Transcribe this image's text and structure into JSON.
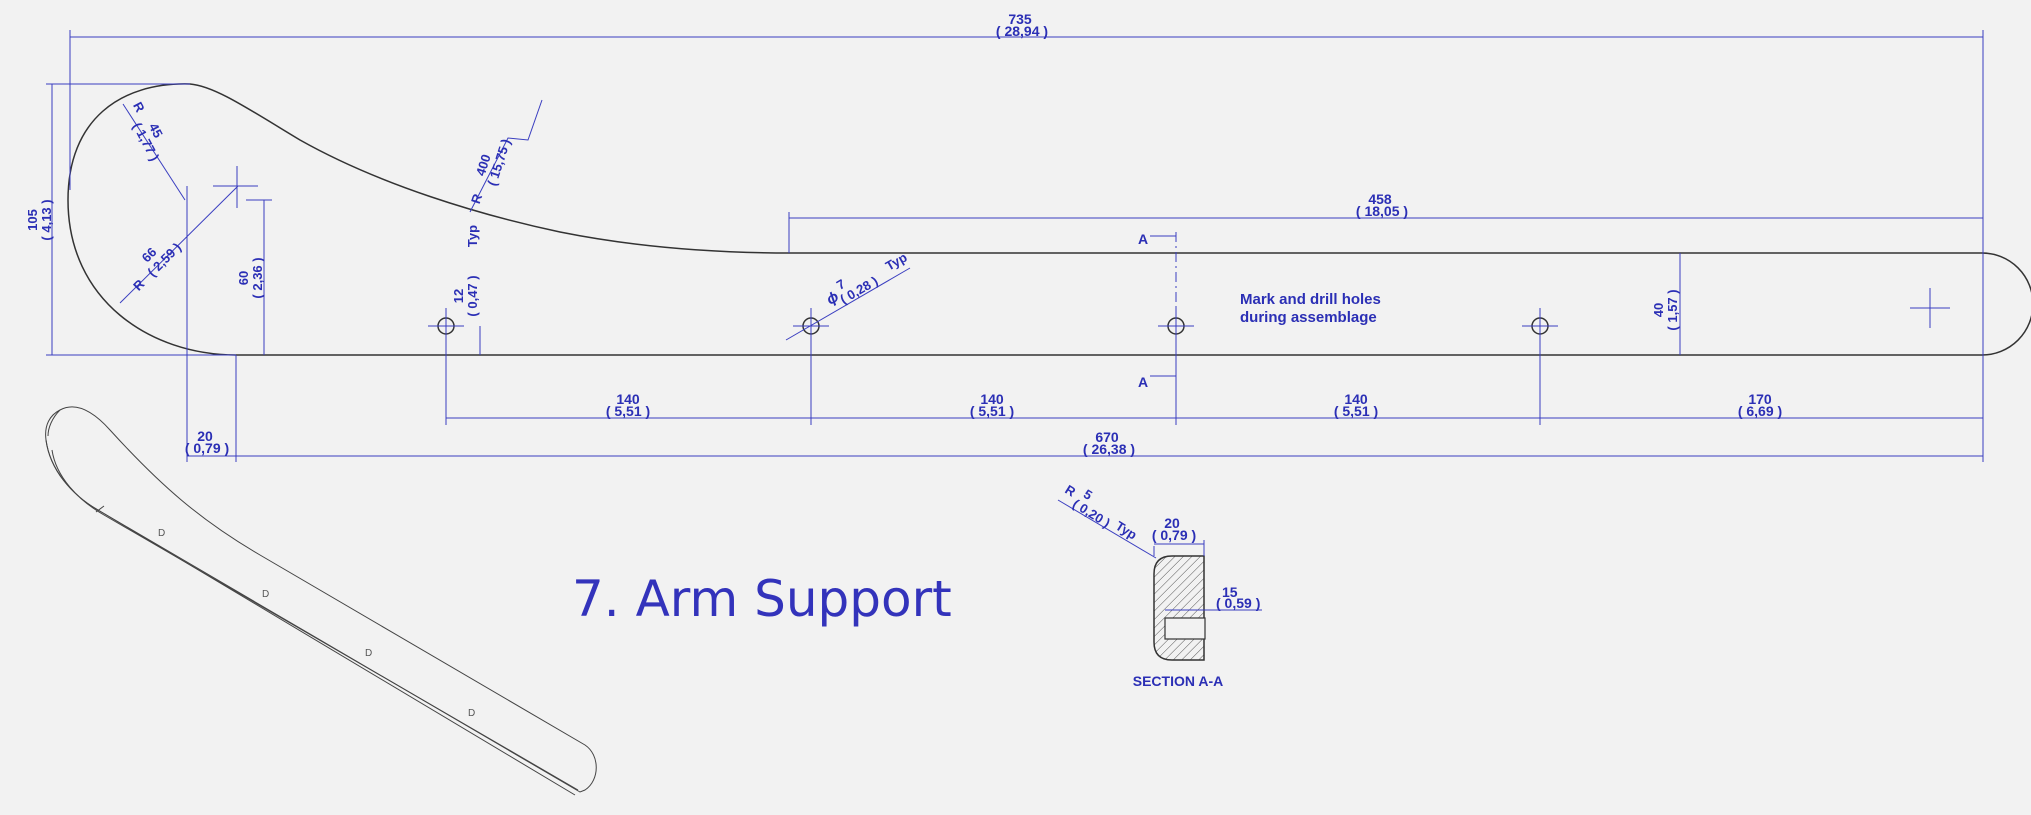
{
  "title": "7. Arm Support",
  "note": {
    "line1": "Mark and drill holes",
    "line2": "during assemblage"
  },
  "section_label": "SECTION A-A",
  "section_marker": "A",
  "dims": {
    "overall_length": {
      "mm": "735",
      "in": "( 28,94 )"
    },
    "straight_length": {
      "mm": "458",
      "in": "( 18,05 )"
    },
    "height": {
      "mm": "105",
      "in": "( 4,13 )"
    },
    "r45": {
      "mm": "45",
      "in": "( 1,77 )"
    },
    "r400": {
      "mm": "400",
      "in": "( 15,75 )"
    },
    "r66": {
      "mm": "66",
      "in": "( 2,59 )"
    },
    "h60": {
      "mm": "60",
      "in": "( 2,36 )"
    },
    "e12": {
      "mm": "12",
      "in": "( 0,47 )"
    },
    "hole_dia": {
      "mm": "7",
      "in": "( 0,28 )"
    },
    "w40": {
      "mm": "40",
      "in": "( 1,57 )"
    },
    "sp1": {
      "mm": "140",
      "in": "( 5,51 )"
    },
    "sp2": {
      "mm": "140",
      "in": "( 5,51 )"
    },
    "sp3": {
      "mm": "140",
      "in": "( 5,51 )"
    },
    "sp4": {
      "mm": "170",
      "in": "( 6,69 )"
    },
    "l670": {
      "mm": "670",
      "in": "( 26,38 )"
    },
    "o20": {
      "mm": "20",
      "in": "( 0,79 )"
    },
    "sec_w": {
      "mm": "20",
      "in": "( 0,79 )"
    },
    "sec_d": {
      "mm": "15",
      "in": "( 0,59 )"
    },
    "sec_r": {
      "mm": "5",
      "in": "( 0,20 )"
    }
  },
  "labels": {
    "radius": "R",
    "typical": "Typ",
    "diameter": "ϕ"
  },
  "colors": {
    "background": "#f2f2f2",
    "dimension": "#2b2fb5",
    "outline": "#333333"
  }
}
